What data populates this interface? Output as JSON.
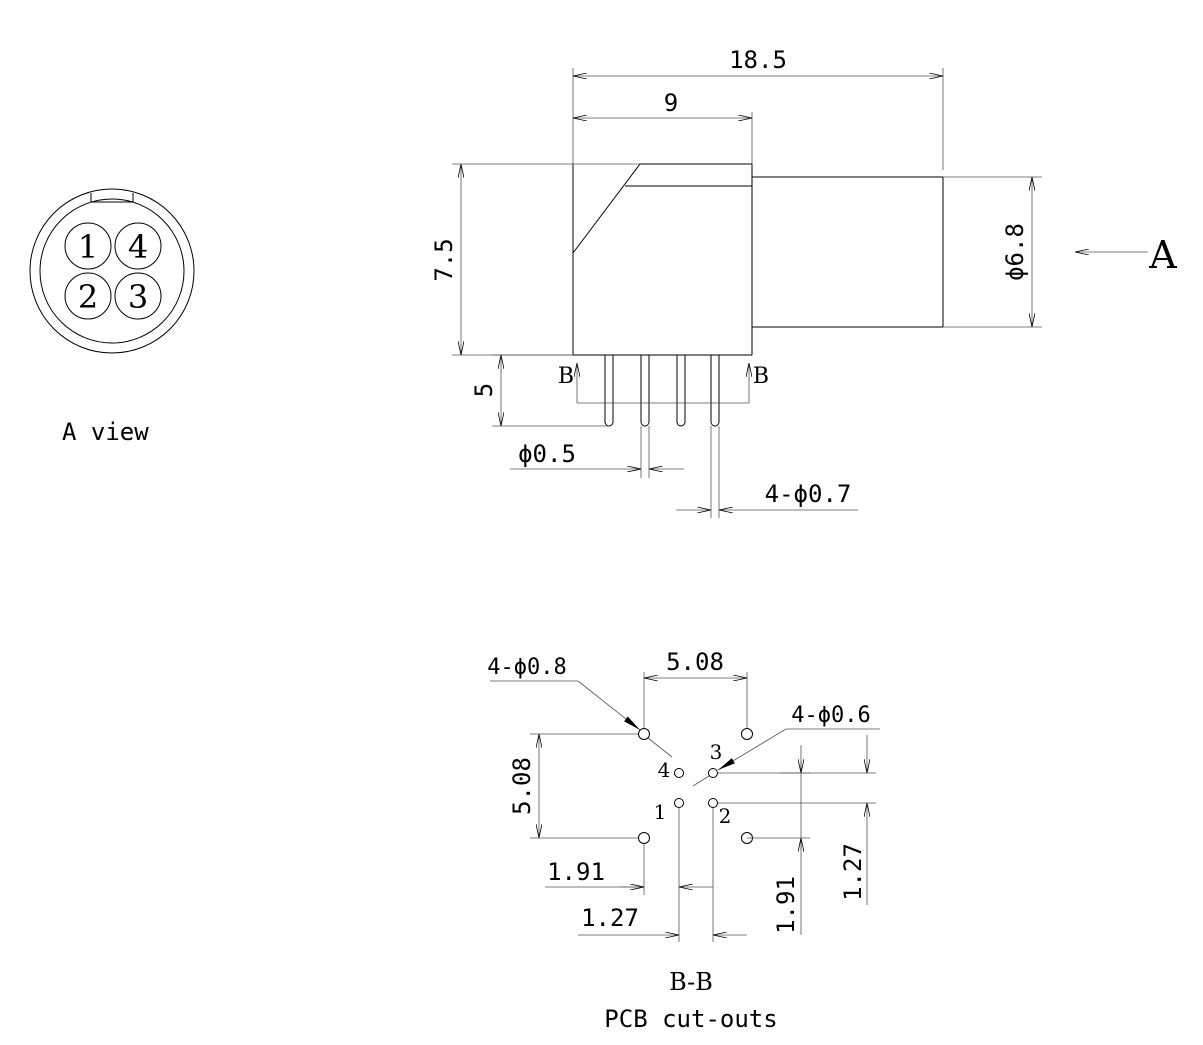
{
  "a_view": {
    "pins": [
      "1",
      "4",
      "2",
      "3"
    ],
    "caption": "A view"
  },
  "side_view": {
    "dims": {
      "overall_length": "18.5",
      "body_length": "9",
      "height": "7.5",
      "diameter": "ϕ6.8",
      "pin_length": "5",
      "pin_dia": "ϕ0.5",
      "pin_dia_count": "4-ϕ0.7"
    },
    "section_marker": "B",
    "view_marker": "A"
  },
  "pcb_view": {
    "dims": {
      "hole_large": "4-ϕ0.8",
      "hole_small": "4-ϕ0.6",
      "pitch_h": "5.08",
      "pitch_v": "5.08",
      "offset_191_h": "1.91",
      "offset_127_h": "1.27",
      "offset_191_v": "1.91",
      "offset_127_v": "1.27"
    },
    "pin_labels": [
      "1",
      "2",
      "3",
      "4"
    ],
    "section_title": "B-B",
    "caption": "PCB cut-outs"
  }
}
